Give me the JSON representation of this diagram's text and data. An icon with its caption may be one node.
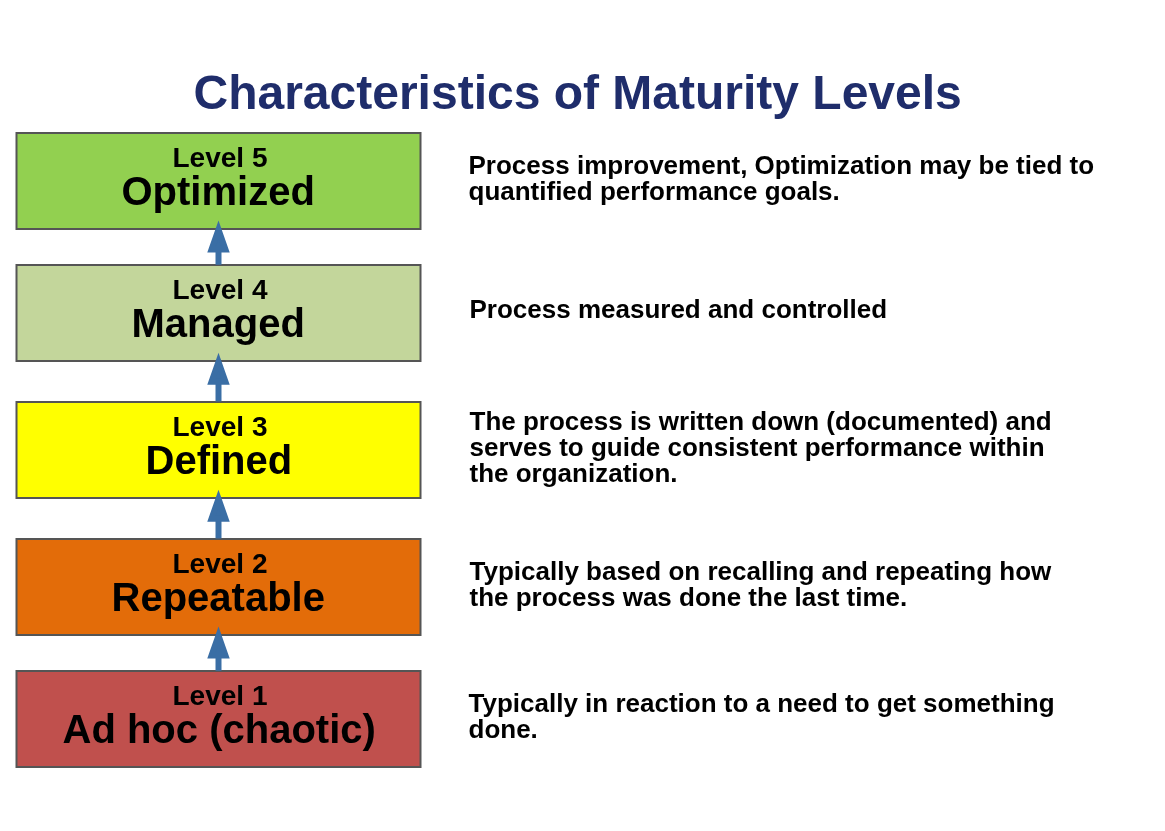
{
  "diagram": {
    "title": "Characteristics of Maturity Levels",
    "nodes": [
      {
        "text": [
          "Level 1",
          "Ad hoc (chaotic)"
        ],
        "beside": [
          "Typically in reaction to a need to get something done."
        ]
      },
      {
        "text": [
          "Level 2",
          "Repeatable"
        ],
        "beside": [
          "Typically based on recalling and repeating how the process was done the last time."
        ]
      },
      {
        "text": [
          "Level 3",
          "Defined"
        ],
        "beside": [
          "The process is written down (documented) and serves to guide consistent performance within the organization."
        ]
      },
      {
        "text": [
          "Level 4",
          "Managed"
        ],
        "beside": [
          "Process measured and controlled"
        ]
      },
      {
        "text": [
          "Level 5",
          "Optimized"
        ],
        "beside": [
          "Process improvement, Optimization may be tied to quantified performance goals."
        ]
      }
    ],
    "edges": [
      {
        "from": 0,
        "to": 1,
        "arrow": "to"
      },
      {
        "from": 1,
        "to": 2,
        "arrow": "to"
      },
      {
        "from": 2,
        "to": 3,
        "arrow": "to"
      },
      {
        "from": 3,
        "to": 4,
        "arrow": "to"
      }
    ]
  }
}
